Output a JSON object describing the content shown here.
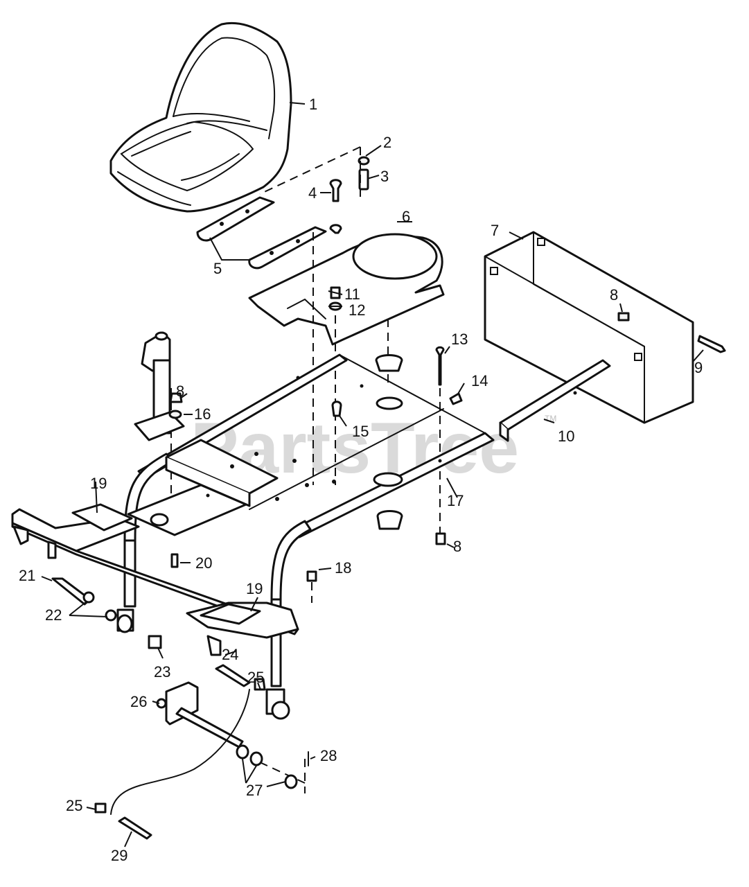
{
  "watermark": {
    "text": "PartsTree",
    "trademark": "TM"
  },
  "callouts": [
    {
      "id": "c1",
      "label": "1"
    },
    {
      "id": "c2",
      "label": "2"
    },
    {
      "id": "c3",
      "label": "3"
    },
    {
      "id": "c4",
      "label": "4"
    },
    {
      "id": "c5",
      "label": "5"
    },
    {
      "id": "c6",
      "label": "6"
    },
    {
      "id": "c7",
      "label": "7"
    },
    {
      "id": "c8a",
      "label": "8"
    },
    {
      "id": "c8b",
      "label": "8"
    },
    {
      "id": "c8c",
      "label": "8"
    },
    {
      "id": "c9",
      "label": "9"
    },
    {
      "id": "c10",
      "label": "10"
    },
    {
      "id": "c11",
      "label": "11"
    },
    {
      "id": "c12",
      "label": "12"
    },
    {
      "id": "c13",
      "label": "13"
    },
    {
      "id": "c14",
      "label": "14"
    },
    {
      "id": "c15",
      "label": "15"
    },
    {
      "id": "c16",
      "label": "16"
    },
    {
      "id": "c17",
      "label": "17"
    },
    {
      "id": "c18",
      "label": "18"
    },
    {
      "id": "c19a",
      "label": "19"
    },
    {
      "id": "c19b",
      "label": "19"
    },
    {
      "id": "c20",
      "label": "20"
    },
    {
      "id": "c21",
      "label": "21"
    },
    {
      "id": "c22",
      "label": "22"
    },
    {
      "id": "c23",
      "label": "23"
    },
    {
      "id": "c24",
      "label": "24"
    },
    {
      "id": "c25a",
      "label": "25"
    },
    {
      "id": "c25b",
      "label": "25"
    },
    {
      "id": "c26",
      "label": "26"
    },
    {
      "id": "c27",
      "label": "27"
    },
    {
      "id": "c28",
      "label": "28"
    },
    {
      "id": "c29",
      "label": "29"
    }
  ]
}
